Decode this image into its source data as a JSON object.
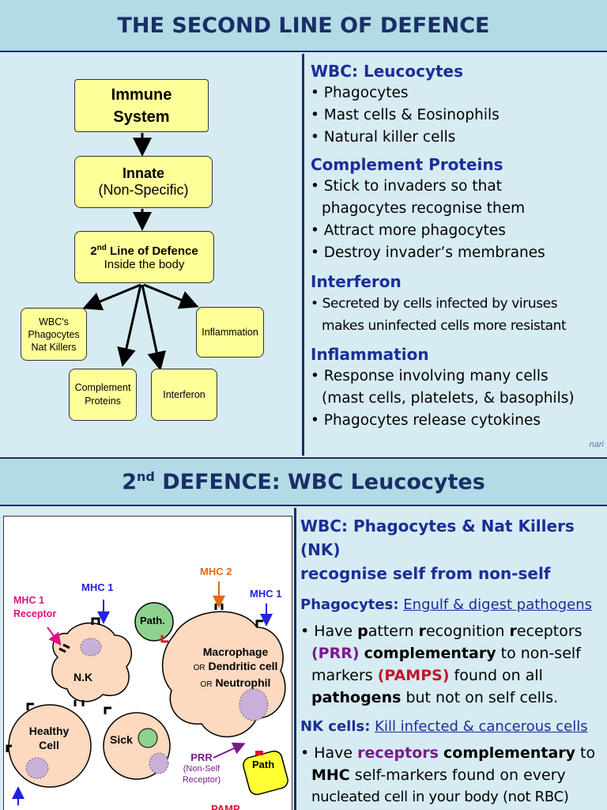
{
  "section1": {
    "title": "THE SECOND LINE OF DEFENCE",
    "flow": {
      "immune_system": "Immune System",
      "innate": "Innate",
      "non_specific": "(Non-Specific)",
      "second_line_sup": "nd",
      "second_line_pre": "2",
      "second_line_rest": " Line of Defence",
      "inside_body": "Inside the body",
      "wbc": "WBC's",
      "phagocytes": "Phagocytes",
      "nat_killers": "Nat Killers",
      "inflammation": "Inflammation",
      "complement": "Complement",
      "proteins": "Proteins",
      "interferon": "Interferon"
    },
    "right": {
      "h1": "WBC: Leucocytes",
      "b1": [
        "• Phagocytes",
        "• Mast cells & Eosinophils",
        "• Natural killer cells"
      ],
      "h2": "Complement Proteins",
      "b2": [
        "• Stick to invaders so that",
        "phagocytes recognise them",
        "• Attract more phagocytes",
        "• Destroy invader’s membranes"
      ],
      "h3": "Interferon",
      "b3": [
        "• Secreted by cells infected by viruses",
        "makes uninfected cells more resistant"
      ],
      "h4": "Inflammation",
      "b4": [
        "• Response involving many cells",
        "(mast cells, platelets, & basophils)",
        "• Phagocytes release cytokines"
      ]
    },
    "credit": "nari"
  },
  "section2": {
    "title_pre": "2",
    "title_sup": "nd",
    "title_rest": " DEFENCE: WBC Leucocytes",
    "diagram": {
      "mhc1_receptor": "MHC 1",
      "receptor": "Receptor",
      "mhc1_a": "MHC 1",
      "mhc2": "MHC 2",
      "mhc1_b": "MHC 1",
      "path": "Path.",
      "nk": "N.K",
      "macrophage": "Macrophage",
      "or1": "OR",
      "dendritic": "Dendritic cell",
      "or2": "OR",
      "neutrophil": "Neutrophil",
      "healthy": "Healthy",
      "cell": "Cell",
      "sick": "Sick",
      "prr": "PRR",
      "nonself": "(Non-Self",
      "receptor2": "Receptor)",
      "path2": "Path",
      "pamp": "PAMP"
    },
    "right": {
      "h1a": "WBC: Phagocytes & Nat Killers (NK)",
      "h1b": "recognise self from non-self",
      "phag_label": "Phagocytes:",
      "phag_link": "Engulf & digest pathogens",
      "p1": "• Have ",
      "p1_p": "p",
      "p1_mid1": "attern ",
      "p1_r": "r",
      "p1_mid2": "ecognition ",
      "p1_r2": "r",
      "p1_end": "eceptors",
      "p2_prr": "(PRR)",
      "p2_comp": "complementary",
      "p2_end": " to non-self",
      "p3_a": "markers ",
      "p3_pamps": "(PAMPS)",
      "p3_end": " found on all",
      "p4_path": "pathogens",
      "p4_end": " but not on self cells.",
      "nk_label": "NK cells:",
      "nk_link": "Kill infected & cancerous cells",
      "n1_a": "• Have ",
      "n1_rec": "receptors",
      "n1_comp": "complementary",
      "n1_end": " to",
      "n2_mhc": "MHC",
      "n2_end": " self-markers found on every",
      "n3": "nucleated cell in your body (not RBC)"
    }
  }
}
